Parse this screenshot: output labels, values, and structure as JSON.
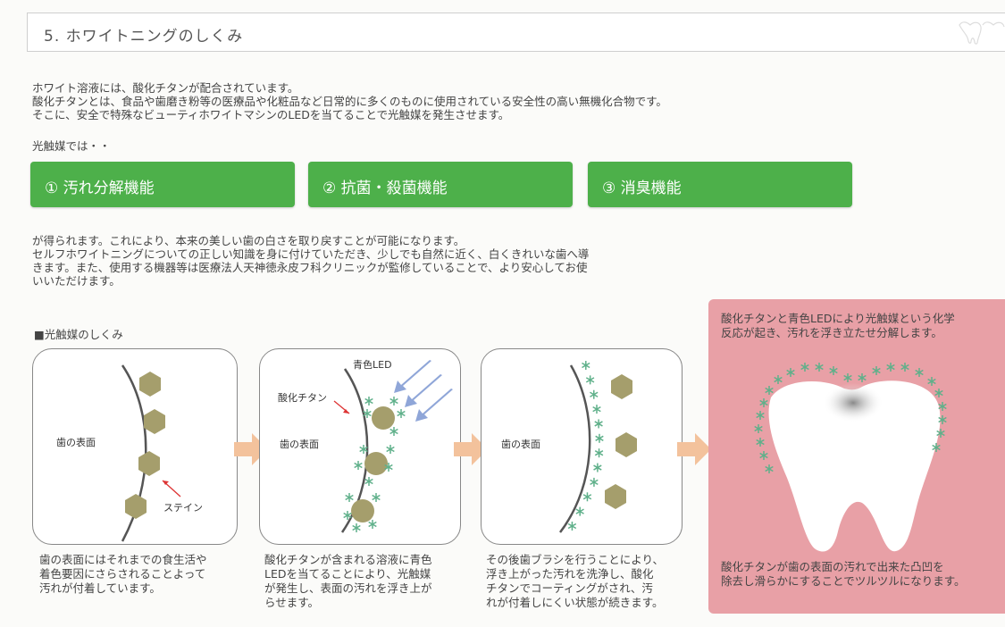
{
  "header": {
    "title": "5. ホワイトニングのしくみ"
  },
  "intro": {
    "lines": [
      "ホワイト溶液には、酸化チタンが配合されています。",
      "酸化チタンとは、食品や歯磨き粉等の医療品や化粧品など日常的に多くのものに使用されている安全性の高い無機化合物です。",
      "そこに、安全で特殊なビューティホワイトマシンのLEDを当てることで光触媒を発生させます。"
    ],
    "lead": "光触媒では・・"
  },
  "functions": [
    "① 汚れ分解機能",
    "② 抗菌・殺菌機能",
    "③ 消臭機能"
  ],
  "body": {
    "lines": [
      "が得られます。これにより、本来の美しい歯の白さを取り戻すことが可能になります。",
      "セルフホワイトニングについての正しい知識を身に付けていただき、少しでも自然に近く、白くきれいな歯へ導",
      "きます。また、使用する機器等は医療法人天神徳永皮フ科クリニックが監修していることで、より安心してお使",
      "いいただけます。"
    ]
  },
  "diagram": {
    "heading": "■光触媒のしくみ",
    "panel1": {
      "surface": "歯の表面",
      "stain": "ステイン",
      "caption": [
        "歯の表面にはそれまでの食生活や",
        "着色要因にさらされることよって",
        "汚れが付着しています。"
      ]
    },
    "panel2": {
      "led": "青色LED",
      "titanium": "酸化チタン",
      "surface": "歯の表面",
      "caption": [
        "酸化チタンが含まれる溶液に青色",
        "LEDを当てることにより、光触媒",
        "が発生し、表面の汚れを浮き上が",
        "らせます。"
      ]
    },
    "panel3": {
      "surface": "歯の表面",
      "caption": [
        "その後歯ブラシを行うことにより、",
        "浮き上がった汚れを洗浄し、酸化",
        "チタンでコーティングがされ、汚",
        "れが付着しにくい状態が続きます。"
      ]
    },
    "panel4": {
      "top": [
        "酸化チタンと青色LEDにより光触媒という化学",
        "反応が起き、汚れを浮き立たせ分解します。"
      ],
      "bottom": [
        "酸化チタンが歯の表面の汚れで出来た凸凹を",
        "除去し滑らかにすることでツルツルになります。"
      ]
    }
  },
  "colors": {
    "green": "#4db04a",
    "pink": "#e8a0a6",
    "stain": "#a59e6c",
    "sparkle": "#5fb08a",
    "arrow": "#f3c29c",
    "led": "#8fa6d8"
  }
}
